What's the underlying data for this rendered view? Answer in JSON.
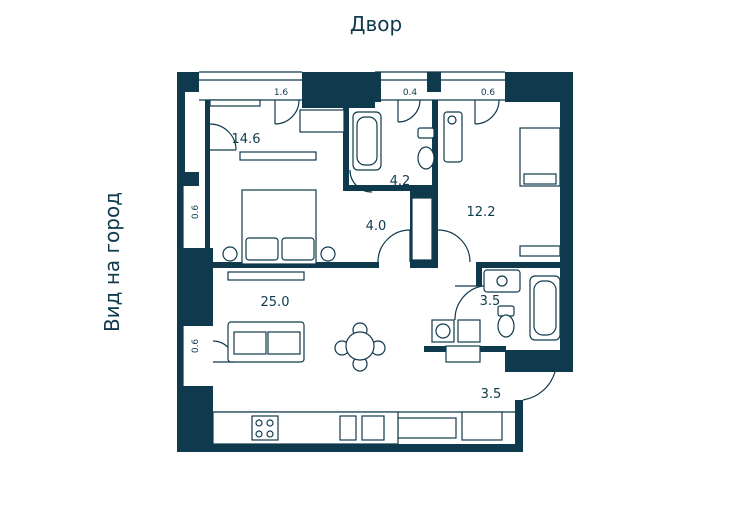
{
  "labels": {
    "courtyard": "Двор",
    "city_view": "Вид на город"
  },
  "rooms": {
    "bedroom_1": "14.6",
    "bathroom_1": "4.2",
    "hall": "4.0",
    "bedroom_2": "12.2",
    "bathroom_2": "3.5",
    "living": "25.0",
    "corridor": "3.5"
  },
  "balconies": {
    "top_left": "1.6",
    "top_mid": "0.4",
    "top_right": "0.6",
    "left_upper": "0.6",
    "left_lower": "0.6"
  },
  "colors": {
    "wall": "#0f3a4d",
    "background": "#ffffff"
  },
  "icons": [
    "radiator-icon",
    "bathtub-icon",
    "toilet-icon",
    "sink-icon",
    "double-bed-icon",
    "single-bed-icon",
    "sofa-icon",
    "dining-table-icon",
    "cooktop-icon",
    "washer-icon",
    "shirt-icon",
    "wardrobe-icon",
    "door-swing-icon"
  ]
}
